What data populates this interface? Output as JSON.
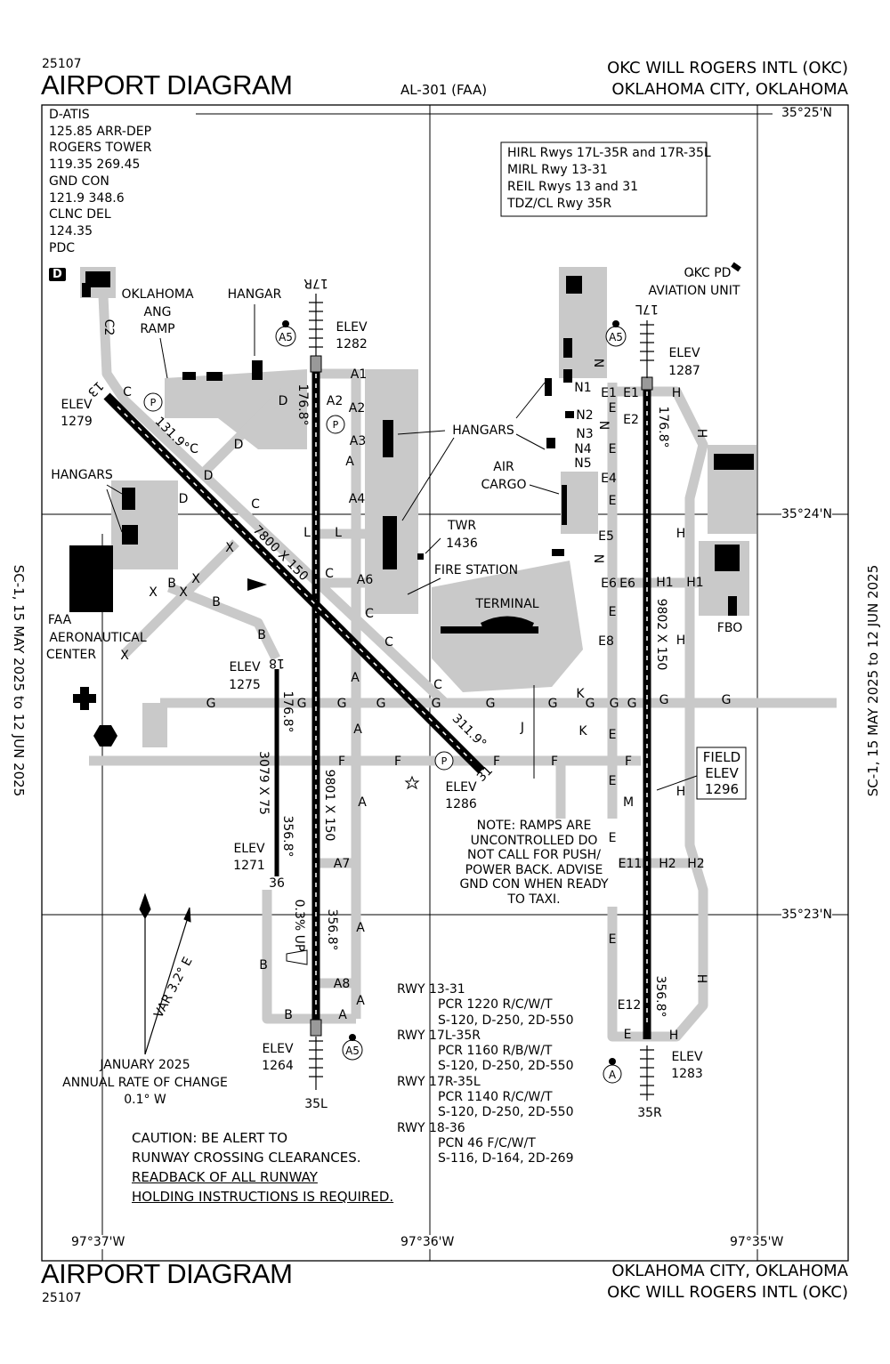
{
  "header": {
    "doc_number": "25107",
    "title": "AIRPORT DIAGRAM",
    "chart_id": "AL-301 (FAA)",
    "airport_name": "OKC WILL ROGERS INTL (OKC)",
    "city_state": "OKLAHOMA CITY, OKLAHOMA"
  },
  "footer": {
    "doc_number": "25107",
    "title": "AIRPORT DIAGRAM",
    "city_state": "OKLAHOMA CITY, OKLAHOMA",
    "airport_name": "OKC WILL ROGERS INTL (OKC)"
  },
  "side_note": "SC-1, 15 MAY 2025 to 12 JUN 2025",
  "frequencies": [
    "D-ATIS",
    "125.85 ARR-DEP",
    "ROGERS TOWER",
    "119.35  269.45",
    "GND CON",
    "121.9  348.6",
    "CLNC DEL",
    "124.35",
    "PDC"
  ],
  "datis_badge": "D",
  "lighting": [
    "HIRL Rwys 17L-35R and 17R-35L",
    "MIRL Rwy 13-31",
    "REIL Rwys 13 and 31",
    "TDZ/CL Rwy 35R"
  ],
  "coordinates": {
    "lat": [
      "35°25'N",
      "35°24'N",
      "35°23'N"
    ],
    "lon": [
      "97°37'W",
      "97°36'W",
      "97°35'W"
    ]
  },
  "runway_info": [
    "RWY 13-31",
    "PCR 1220 R/C/W/T",
    "S-120, D-250, 2D-550",
    "RWY 17L-35R",
    "PCR 1160 R/B/W/T",
    "S-120, D-250, 2D-550",
    "RWY 17R-35L",
    "PCR 1140 R/C/W/T",
    "S-120, D-250, 2D-550",
    "RWY 18-36",
    "PCN 46 F/C/W/T",
    "S-116, D-164, 2D-269"
  ],
  "caution": [
    "CAUTION: BE ALERT TO",
    "RUNWAY CROSSING CLEARANCES.",
    "READBACK OF ALL RUNWAY",
    "HOLDING INSTRUCTIONS IS REQUIRED."
  ],
  "note": [
    "NOTE:  RAMPS ARE",
    "UNCONTROLLED DO",
    "NOT CALL FOR PUSH/",
    "POWER BACK. ADVISE",
    "GND CON WHEN READY",
    "TO TAXI."
  ],
  "field_elev": [
    "FIELD",
    "ELEV",
    "1296"
  ],
  "symbols": {
    "a5": "A5",
    "a": "A",
    "p": "P"
  },
  "map_labels": [
    "OKLAHOMA",
    "ANG",
    "RAMP",
    "HANGAR",
    "ELEV",
    "1282",
    "17R",
    "OKC PD",
    "AVIATION UNIT",
    "17L",
    "ELEV",
    "1287",
    "ELEV",
    "1279",
    "13",
    "HANGARS",
    "AIR",
    "CARGO",
    "HANGARS",
    "TWR",
    "1436",
    "FIRE STATION",
    "TERMINAL",
    "FAA",
    "AERONAUTICAL",
    "CENTER",
    "FBO",
    "ELEV",
    "1275",
    "ELEV",
    "1286",
    "ELEV",
    "1271",
    "36",
    "18",
    "ELEV",
    "1264",
    "35L",
    "ELEV",
    "1283",
    "35R",
    "JANUARY 2025",
    "ANNUAL RATE OF CHANGE",
    "0.1° W",
    "VAR 3.2° E",
    "7800 X 150",
    "9801 X 150",
    "9802 X 150",
    "3079 X 75",
    "131.9°",
    "311.9°",
    "176.8°",
    "176.8°",
    "176.8°",
    "356.8°",
    "356.8°",
    "356.8°",
    "0.3% UP",
    "31"
  ],
  "taxiway_labels": [
    "C2",
    "C",
    "C",
    "C",
    "D",
    "D",
    "D",
    "D",
    "A1",
    "A2",
    "A2",
    "A3",
    "A",
    "A4",
    "L",
    "L",
    "C",
    "C",
    "C",
    "C",
    "A6",
    "X",
    "X",
    "X",
    "X",
    "B",
    "B",
    "B",
    "X",
    "G",
    "G",
    "G",
    "G",
    "G",
    "G",
    "G",
    "G",
    "G",
    "G",
    "G",
    "G",
    "F",
    "F",
    "F",
    "F",
    "F",
    "A",
    "A",
    "A",
    "A",
    "A",
    "A7",
    "A8",
    "A",
    "B",
    "B",
    "J",
    "K",
    "K",
    "E1",
    "E1",
    "E2",
    "E",
    "E",
    "E",
    "E4",
    "E5",
    "E6",
    "E6",
    "E",
    "E8",
    "E",
    "E",
    "E",
    "E11",
    "H2",
    "H2",
    "E",
    "E12",
    "E",
    "H",
    "M",
    "N1",
    "N2",
    "N3",
    "N4",
    "N5",
    "N",
    "N",
    "N",
    "H",
    "H",
    "H",
    "H1",
    "H1",
    "H",
    "H",
    "H"
  ]
}
